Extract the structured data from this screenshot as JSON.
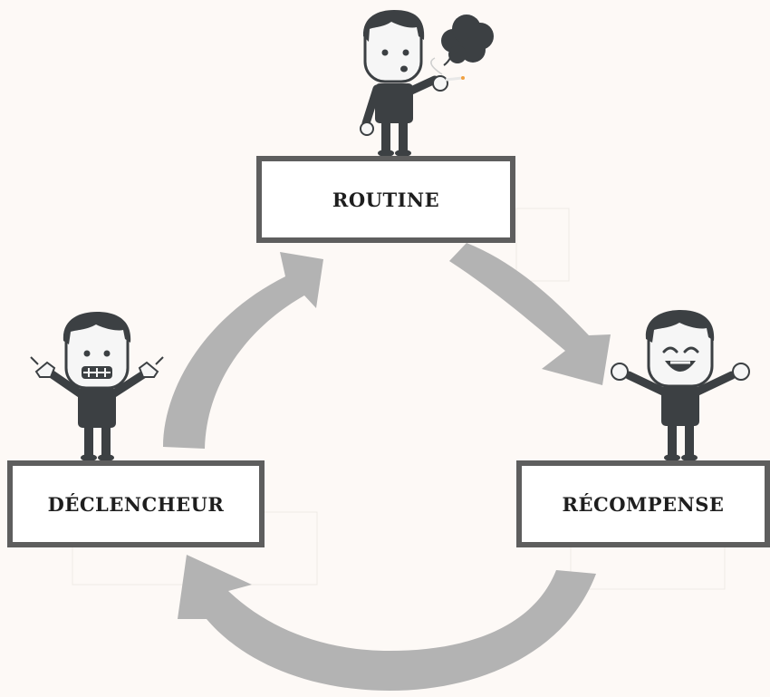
{
  "diagram": {
    "nodes": {
      "routine": {
        "label": "ROUTINE"
      },
      "trigger": {
        "label": "DÉCLENCHEUR"
      },
      "reward": {
        "label": "RÉCOMPENSE"
      }
    },
    "edges": [
      {
        "from": "trigger",
        "to": "routine"
      },
      {
        "from": "routine",
        "to": "reward"
      },
      {
        "from": "reward",
        "to": "trigger"
      }
    ],
    "colors": {
      "background": "#fdf9f6",
      "arrow": "#b3b3b3",
      "box_border": "#5e5e5e",
      "figure": "#3c4043",
      "skin": "#f6f6f6"
    },
    "figures": {
      "routine": "smoking-figure",
      "trigger": "pointing-figure",
      "reward": "happy-figure"
    }
  }
}
